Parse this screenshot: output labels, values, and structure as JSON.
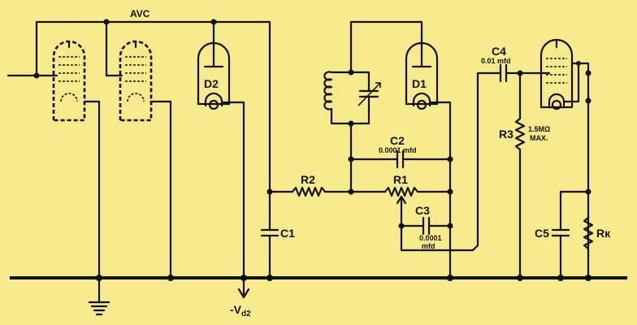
{
  "labels": {
    "avc": "AVC",
    "d2": "D2",
    "d1": "D1",
    "c1": "C1",
    "r2": "R2",
    "r1": "R1",
    "c2": "C2",
    "c2_value": "0.0001 mfd",
    "c3": "C3",
    "c3_value_1": "0.0001",
    "c3_value_2": "mfd",
    "c4": "C4",
    "c4_value": "0.01 mfd",
    "r3": "R3",
    "r3_value_1": "1.5MΩ",
    "r3_value_2": "MAX.",
    "c5": "C5",
    "rk": "Rк",
    "vd2_minus": "-V",
    "vd2_sub": "d2"
  },
  "colors": {
    "background": "#f6ea8c",
    "ink": "#111111"
  }
}
